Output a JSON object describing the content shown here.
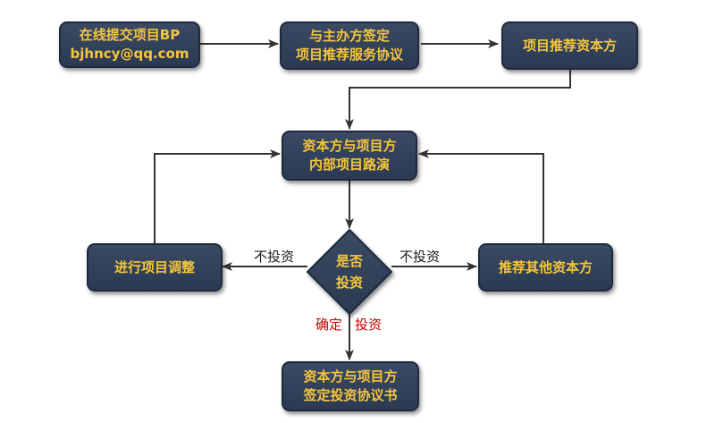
{
  "nodes": {
    "submit_bp": {
      "line1": "在线提交项目BP",
      "line2": "bjhncy@qq.com"
    },
    "sign_service": {
      "line1": "与主办方签定",
      "line2": "项目推荐服务协议"
    },
    "recommend": {
      "line1": "项目推荐资本方"
    },
    "roadshow": {
      "line1": "资本方与项目方",
      "line2": "内部项目路演"
    },
    "adjust": {
      "line1": "进行项目调整"
    },
    "decision": {
      "line1": "是否",
      "line2": "投资"
    },
    "other_capital": {
      "line1": "推荐其他资本方"
    },
    "sign_investment": {
      "line1": "资本方与项目方",
      "line2": "签定投资协议书"
    }
  },
  "edge_labels": {
    "no_invest_left": "不投资",
    "no_invest_right": "不投资",
    "confirm_invest_a": "确定",
    "confirm_invest_b": "投资"
  },
  "colors": {
    "box_fill": "#2f3e58",
    "box_text": "#f6c53c",
    "arrow": "#333333",
    "confirm_label": "#cc0000"
  }
}
